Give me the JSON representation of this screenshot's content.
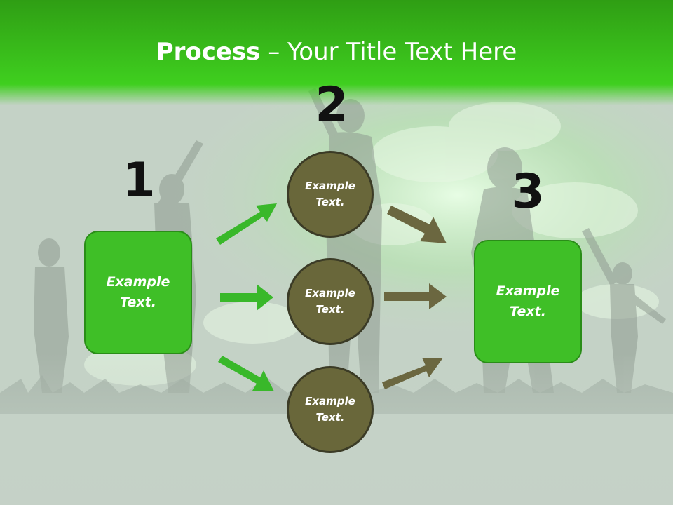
{
  "slide": {
    "title_bold": "Process",
    "title_rest": " – Your Title Text Here"
  },
  "steps": {
    "one": "1",
    "two": "2",
    "three": "3"
  },
  "boxes": {
    "left": "Example\nText.",
    "right": "Example\nText."
  },
  "circles": [
    {
      "label": "Example\nText."
    },
    {
      "label": "Example\nText."
    },
    {
      "label": "Example\nText."
    }
  ],
  "colors": {
    "title_green": "#3cc11f",
    "box_green": "#3fbf27",
    "circle_olive": "#69673a",
    "arrow_green": "#39b82a",
    "arrow_olive": "#6b6740"
  }
}
